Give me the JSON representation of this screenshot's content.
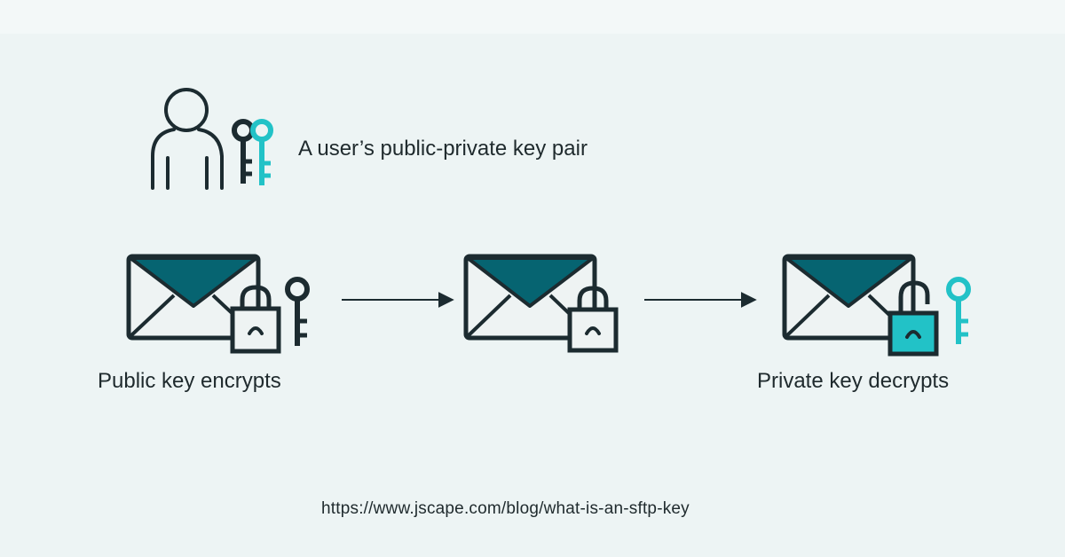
{
  "diagram": {
    "key_pair_label": "A user’s public-private key pair",
    "step_encrypt_label": "Public key encrypts",
    "step_decrypt_label": "Private key decrypts",
    "source_url": "https://www.jscape.com/blog/what-is-an-sftp-key"
  },
  "colors": {
    "background": "#edf4f4",
    "dark": "#1c2b30",
    "teal_dark": "#066471",
    "teal_light": "#22c2c7",
    "envelope_fill": "#eef3f3"
  },
  "icons": {
    "user": "user-icon",
    "public_key": "public-key-icon",
    "private_key": "private-key-icon",
    "envelope": "envelope-icon",
    "padlock": "padlock-icon",
    "arrow": "arrow-right-icon"
  }
}
